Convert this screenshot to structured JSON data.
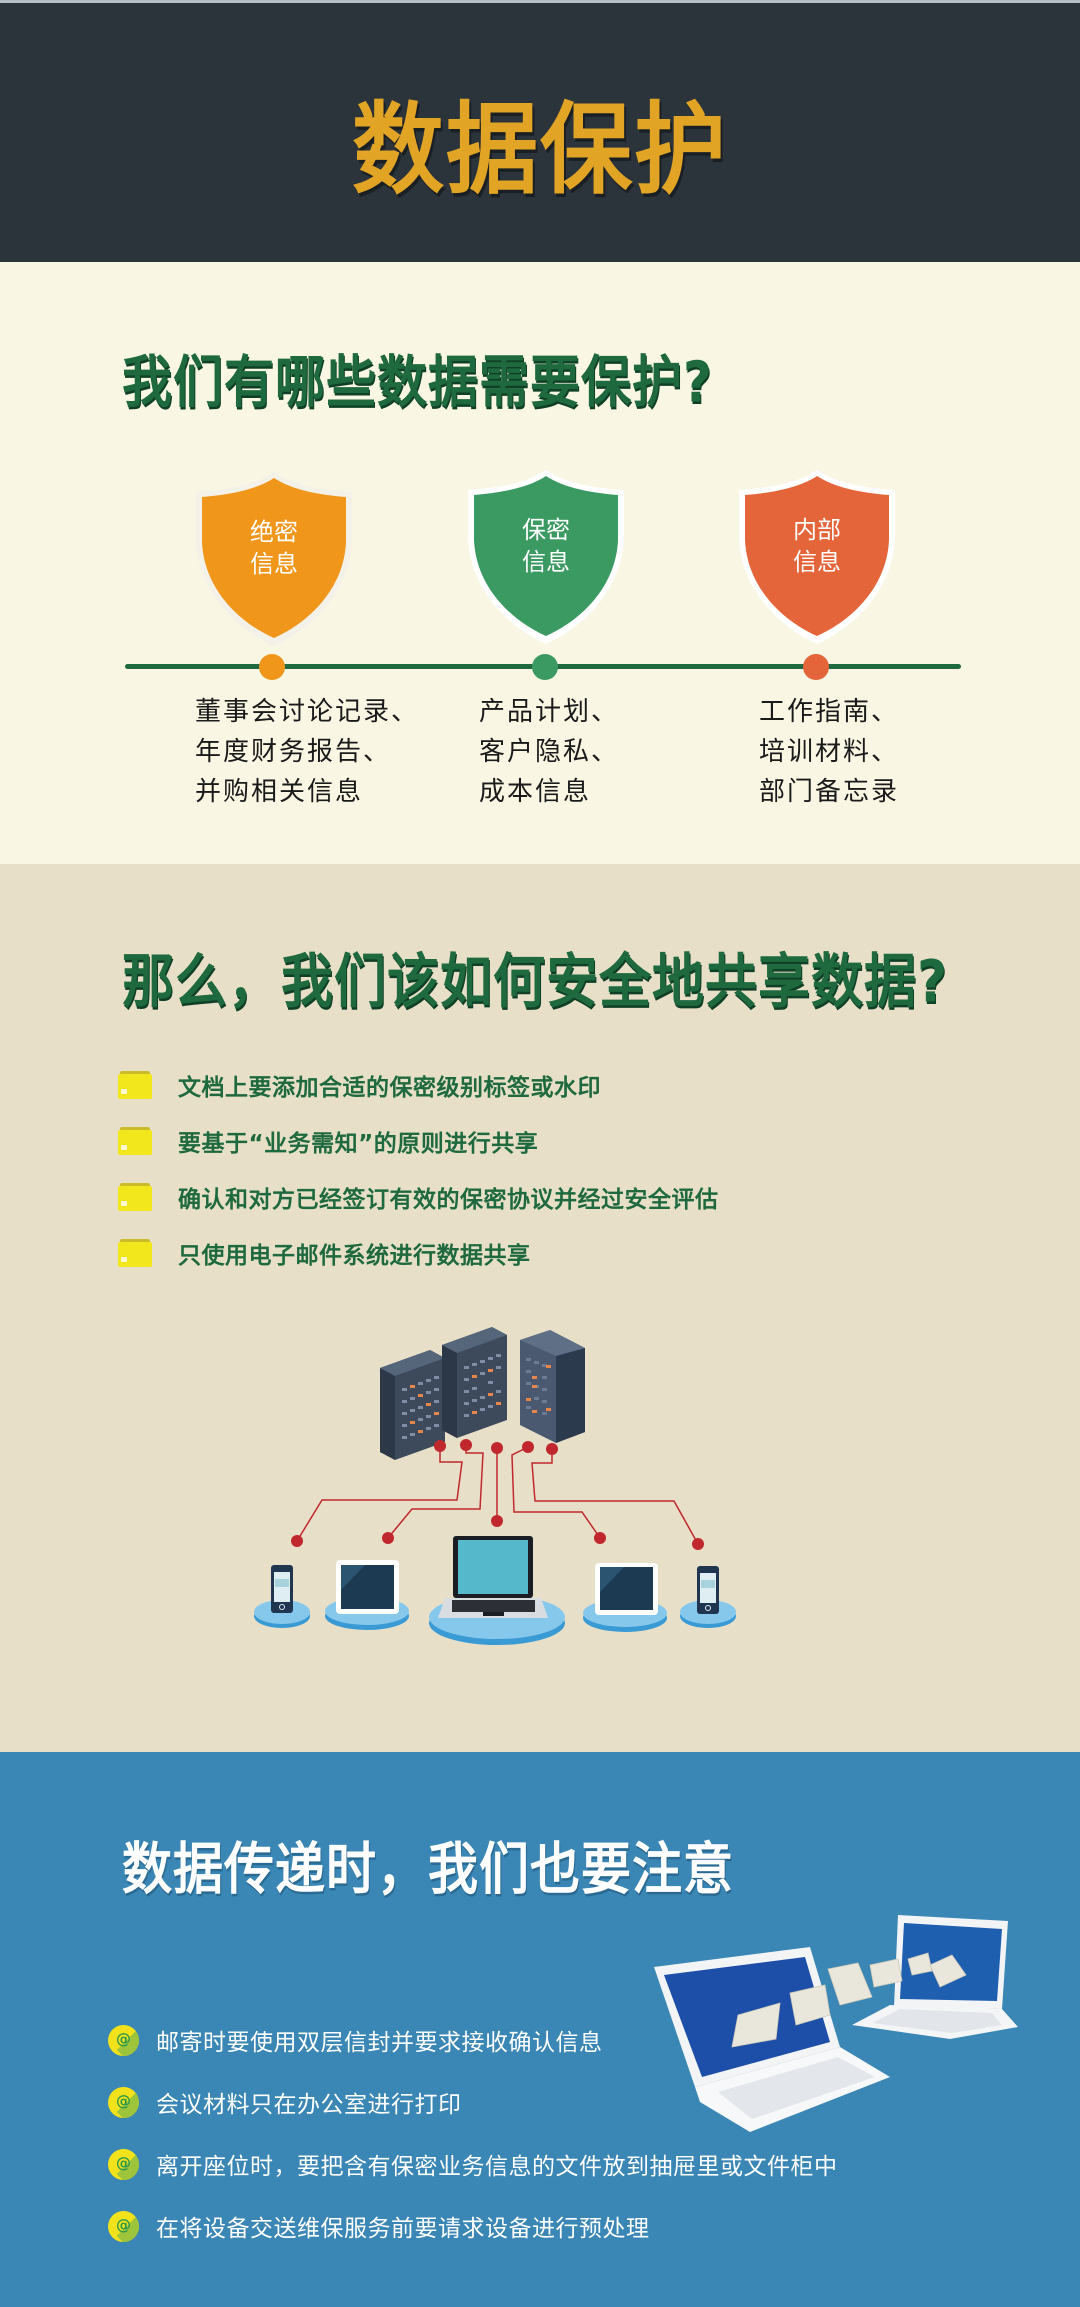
{
  "header": {
    "title": "数据保护",
    "background": "#2c343b",
    "title_color": "#e2a425"
  },
  "section1": {
    "title": "我们有哪些数据需要保护?",
    "background": "#f9f6e3",
    "levels": [
      {
        "label_line1": "绝密",
        "label_line2": "信息",
        "color": "#f0961a",
        "items": [
          "董事会讨论记录、",
          "年度财务报告、",
          "并购相关信息"
        ]
      },
      {
        "label_line1": "保密",
        "label_line2": "信息",
        "color": "#3a9a62",
        "items": [
          "产品计划、",
          "客户隐私、",
          "成本信息"
        ]
      },
      {
        "label_line1": "内部",
        "label_line2": "信息",
        "color": "#e4653a",
        "items": [
          "工作指南、",
          "培训材料、",
          "部门备忘录"
        ]
      }
    ]
  },
  "section2": {
    "title": "那么，我们该如何安全地共享数据?",
    "background": "#e8dfc8",
    "items": [
      "文档上要添加合适的保密级别标签或水印",
      "要基于“业务需知”的原则进行共享",
      "确认和对方已经签订有效的保密协议并经过安全评估",
      "只使用电子邮件系统进行数据共享"
    ],
    "icon": "folder-icon",
    "illustration": "server-network-illustration"
  },
  "section3": {
    "title": "数据传递时，我们也要注意",
    "background": "#3a86b4",
    "items": [
      "邮寄时要使用双层信封并要求接收确认信息",
      "会议材料只在办公室进行打印",
      "离开座位时，要把含有保密业务信息的文件放到抽屉里或文件柜中",
      "在将设备交送维保服务前要请求设备进行预处理"
    ],
    "icon": "at-sign-icon",
    "icon_glyph": "@",
    "illustration": "laptop-file-transfer-illustration"
  }
}
